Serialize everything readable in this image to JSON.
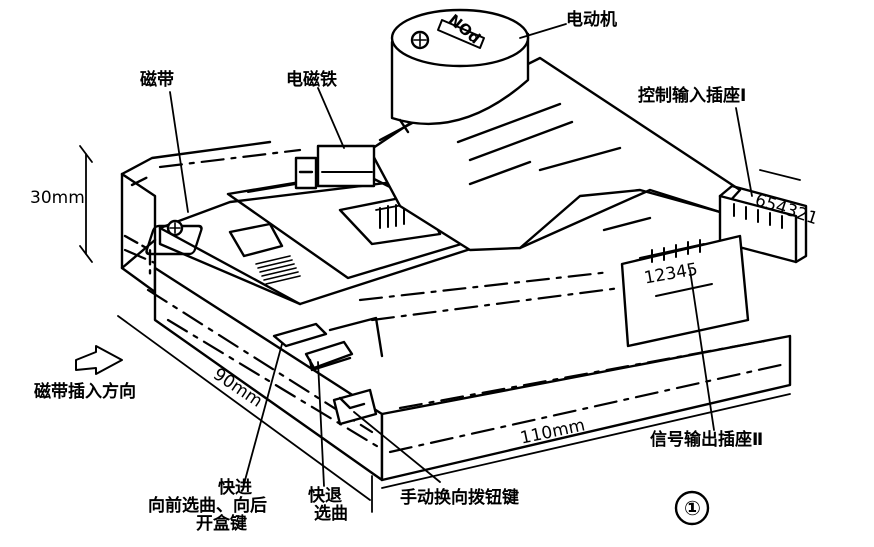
{
  "labels": {
    "motor": "电动机",
    "tape": "磁带",
    "solenoid": "电磁铁",
    "control_socket": "控制输入插座Ⅰ",
    "control_pins": "654321",
    "signal_pins": "12345",
    "signal_socket": "信号输出插座Ⅱ",
    "tape_direction": "磁带插入方向",
    "fast_forward": "快进",
    "ff_line2": "向前选曲、向后",
    "ff_line3": "开盒键",
    "rewind": "快退",
    "rewind_line2": "选曲",
    "manual_reverse": "手动换向拨钮键",
    "motor_text": "NOd",
    "figure_number": "①"
  },
  "dimensions": {
    "height": "30mm",
    "depth": "90mm",
    "width": "110mm"
  }
}
